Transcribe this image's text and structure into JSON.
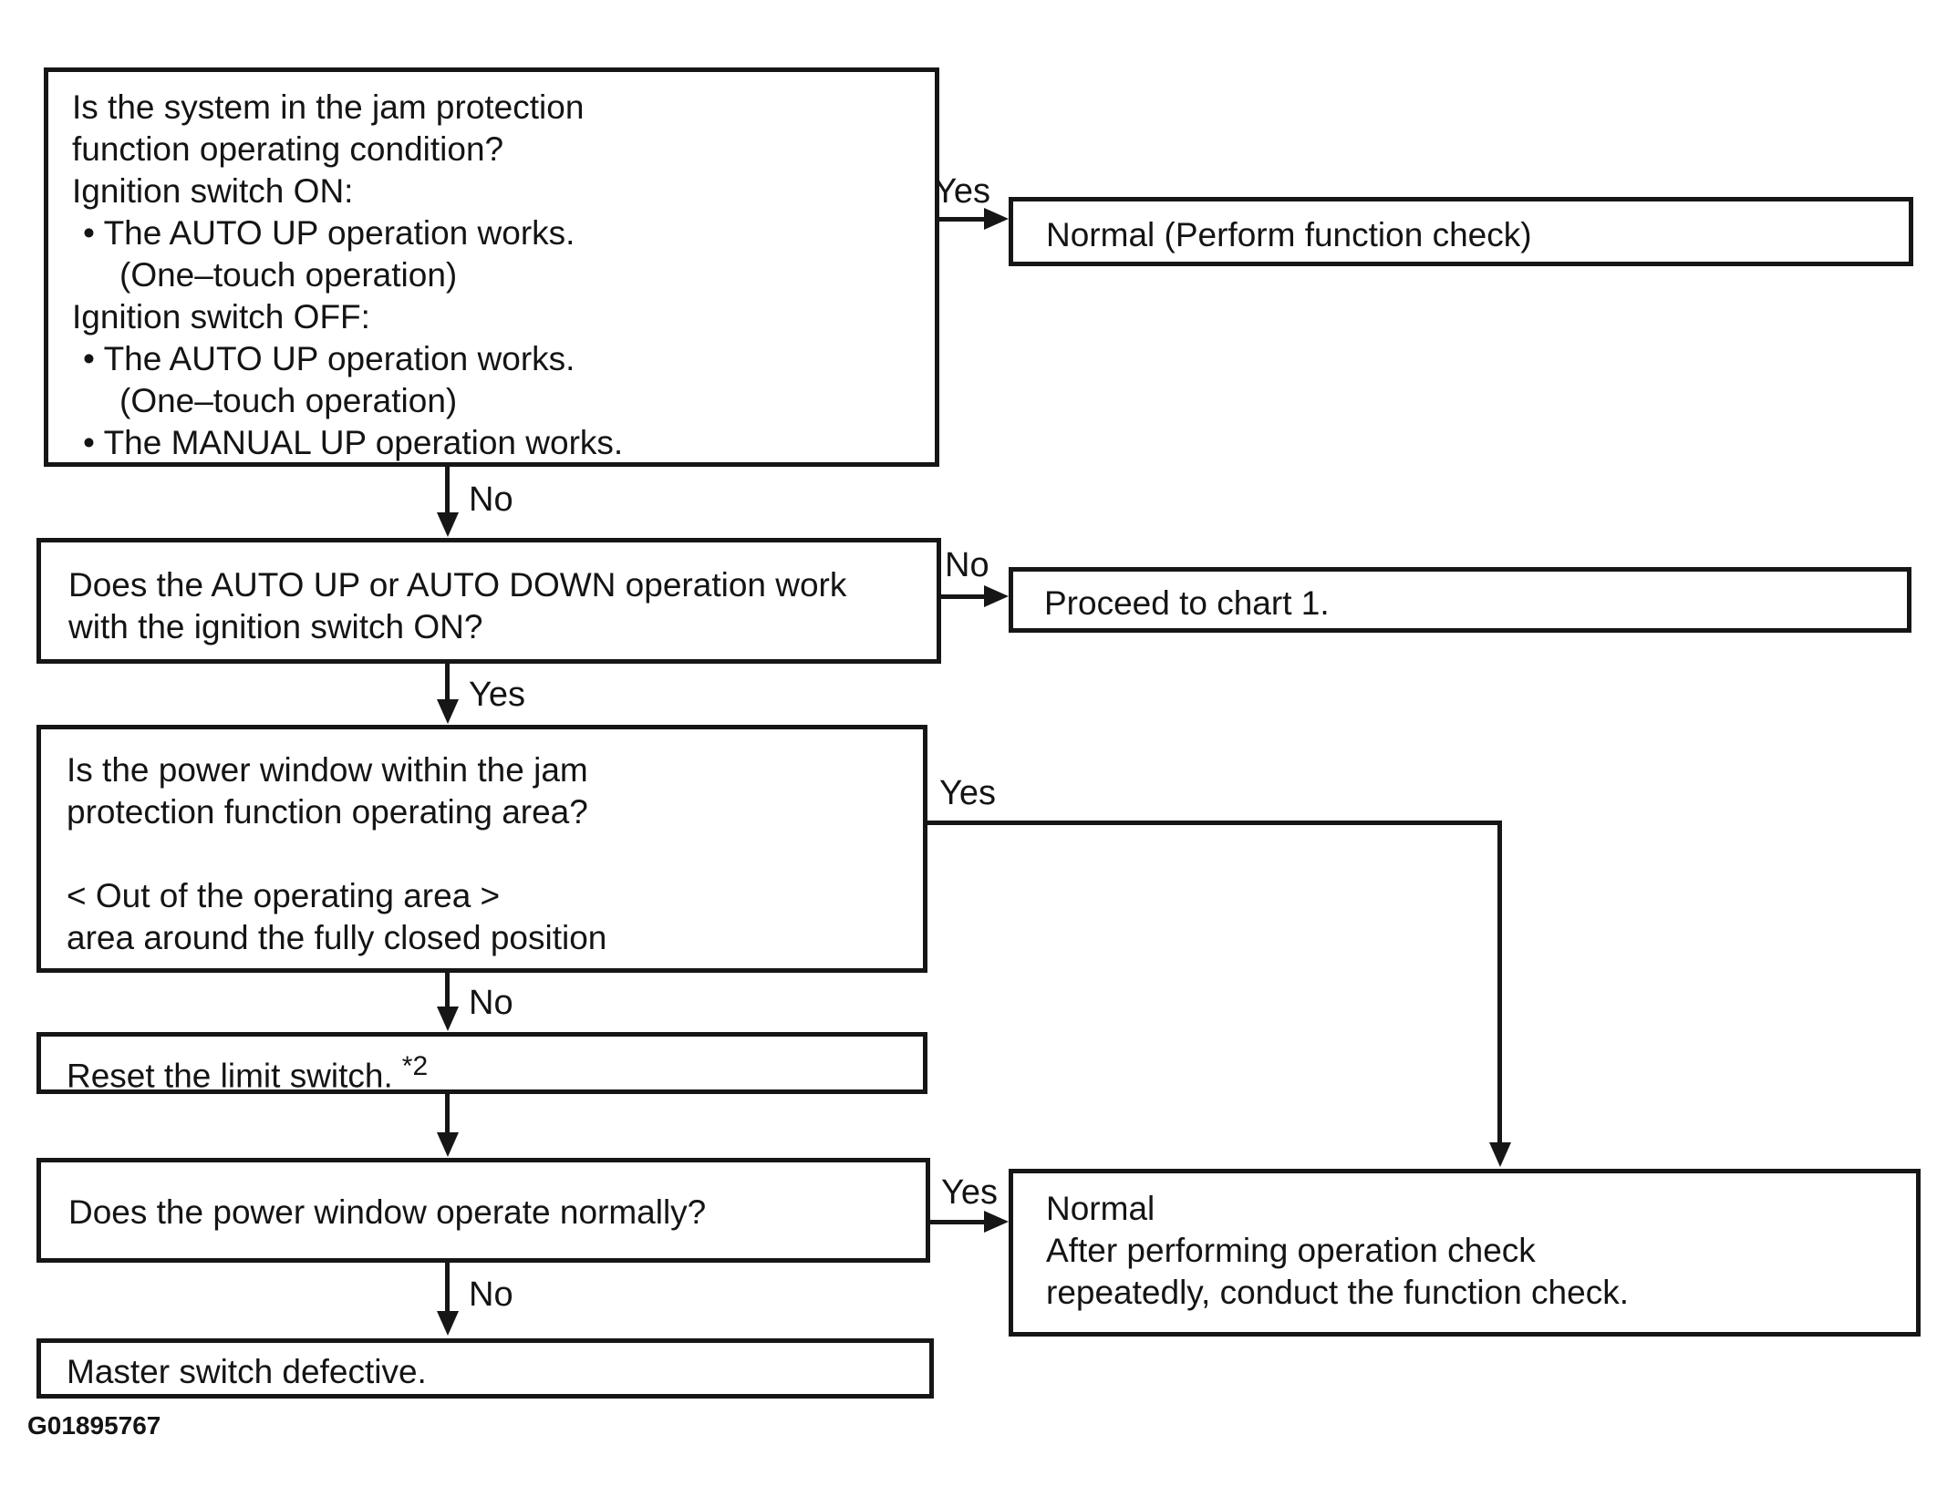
{
  "boxes": {
    "q1": {
      "lines": [
        "Is the system in the jam protection",
        "function operating condition?",
        "Ignition switch ON:",
        "• The AUTO UP operation works.",
        "(One–touch operation)",
        "Ignition switch OFF:",
        "• The AUTO UP operation works.",
        "(One–touch operation)",
        "• The MANUAL UP operation works."
      ]
    },
    "normal1": {
      "text": "Normal (Perform function check)"
    },
    "q2": {
      "lines": [
        "Does the AUTO UP or AUTO DOWN operation work",
        "with the ignition switch ON?"
      ]
    },
    "proceed": {
      "text": "Proceed to chart 1."
    },
    "q3": {
      "lines": [
        "Is the power window within the jam",
        "protection function operating area?",
        "",
        "< Out of the operating area >",
        "area around the fully closed position"
      ]
    },
    "reset": {
      "text": "Reset the limit switch.",
      "note": "*2"
    },
    "q4": {
      "text": "Does the power window operate normally?"
    },
    "normal2": {
      "lines": [
        "Normal",
        "After performing operation check",
        "repeatedly, conduct the function check."
      ]
    },
    "master": {
      "text": "Master switch defective."
    }
  },
  "labels": {
    "q1_yes": "Yes",
    "q1_no": "No",
    "q2_no": "No",
    "q2_yes": "Yes",
    "q3_yes": "Yes",
    "q3_no": "No",
    "q4_yes": "Yes",
    "q4_no": "No"
  },
  "footer": {
    "figure_code": "G01895767"
  },
  "colors": {
    "ink": "#161616",
    "background": "#ffffff"
  }
}
